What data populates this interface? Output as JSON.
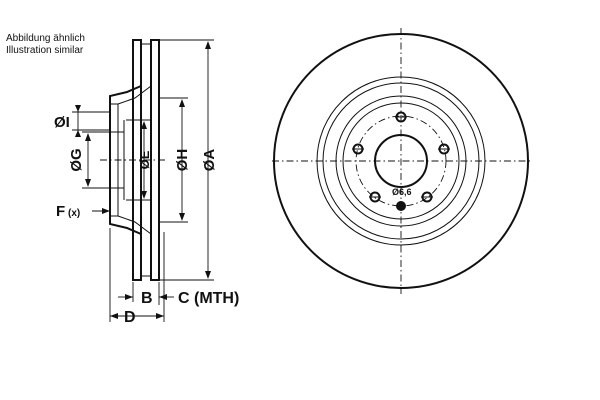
{
  "caption": {
    "line1": "Abbildung ähnlich",
    "line2": "Illustration similar"
  },
  "labels": {
    "dia_i": "ØI",
    "dia_g": "ØG",
    "dia_e": "ØE",
    "dia_h": "ØH",
    "dia_a": "ØA",
    "f": "F",
    "f_sub": "(x)",
    "b": "B",
    "c": "C (MTH)",
    "d": "D",
    "hole": "Ø6,6"
  }
}
